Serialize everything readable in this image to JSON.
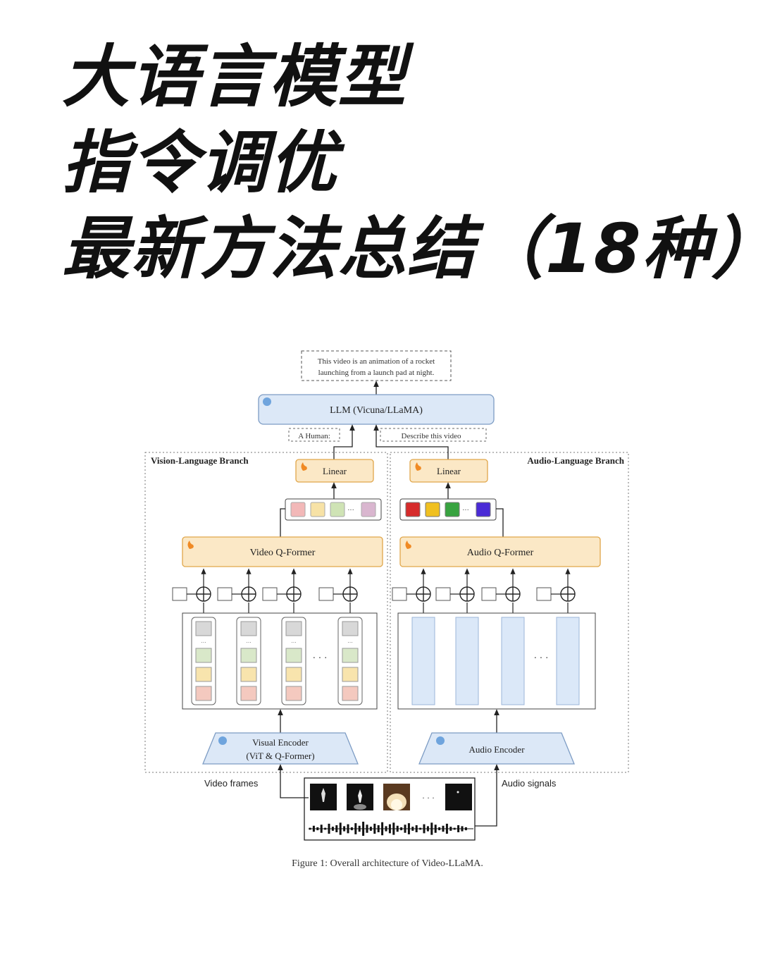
{
  "title": {
    "line1": "大语言模型",
    "line2": "指令调优",
    "line3": "最新方法总结（18种）"
  },
  "diagram": {
    "output_text_line1": "This video is an animation of a rocket",
    "output_text_line2": "launching from a launch pad at night.",
    "llm_label": "LLM (Vicuna/LLaMA)",
    "prompt_left": "A Human:",
    "prompt_right": "Describe this video",
    "vision_branch_label": "Vision-Language Branch",
    "audio_branch_label": "Audio-Language Branch",
    "linear_label": "Linear",
    "video_qformer_label": "Video Q-Former",
    "audio_qformer_label": "Audio Q-Former",
    "visual_encoder_line1": "Visual Encoder",
    "visual_encoder_line2": "(ViT & Q-Former)",
    "audio_encoder_label": "Audio Encoder",
    "video_frames_label": "Video frames",
    "audio_signals_label": "Audio signals",
    "ellipsis": "· · ·",
    "caption": "Figure 1: Overall architecture of Video-LLaMA."
  },
  "colors": {
    "llm_fill": "#dce8f7",
    "llm_stroke": "#7d9cc4",
    "qformer_fill": "#fbe8c6",
    "qformer_stroke": "#e0a64a",
    "flame": "#f08a24",
    "snowflake": "#6fa4dd",
    "audio_column": "#dbe8f8",
    "vision_tokens": [
      "#f2b8b8",
      "#f7e2a6",
      "#cfe3b5",
      "#d9b6cf"
    ],
    "audio_tokens": [
      "#d62b2b",
      "#f0c020",
      "#38a340",
      "#4a2bd6"
    ],
    "frame_cell_colors": [
      "#d8d8d8",
      "#d9e8c9",
      "#f8e4ad",
      "#f4c9bf"
    ]
  }
}
